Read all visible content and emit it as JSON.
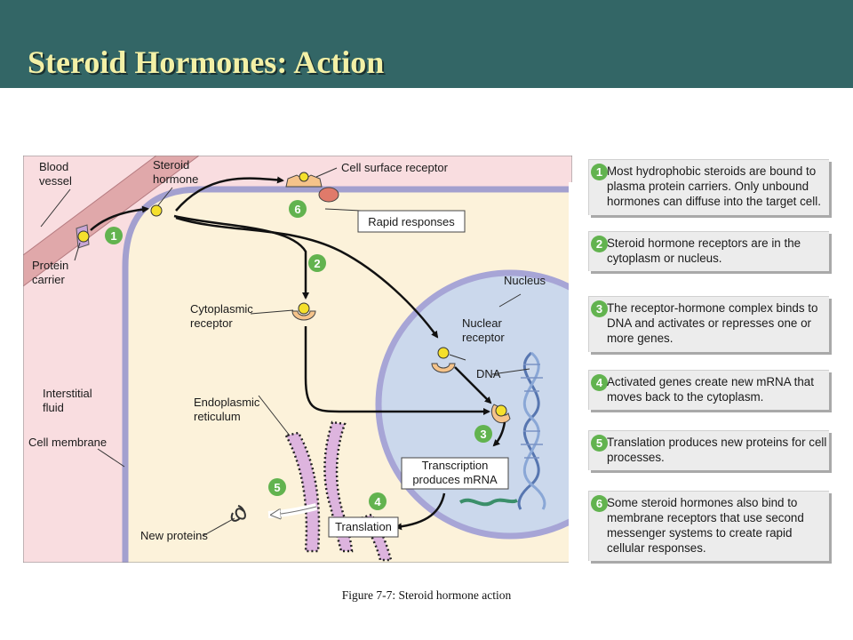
{
  "slide": {
    "title": "Steroid Hormones: Action",
    "caption": "Figure 7-7: Steroid hormone action"
  },
  "diagram": {
    "labels": {
      "blood_vessel": [
        "Blood",
        "vessel"
      ],
      "steroid_hormone": [
        "Steroid",
        "hormone"
      ],
      "protein_carrier": [
        "Protein",
        "carrier"
      ],
      "cell_surface_receptor": "Cell surface receptor",
      "rapid_responses": "Rapid responses",
      "cytoplasmic_receptor": [
        "Cytoplasmic",
        "receptor"
      ],
      "nucleus": "Nucleus",
      "nuclear_receptor": [
        "Nuclear",
        "receptor"
      ],
      "dna": "DNA",
      "interstitial_fluid": [
        "Interstitial",
        "fluid"
      ],
      "cell_membrane": "Cell membrane",
      "endoplasmic_reticulum": [
        "Endoplasmic",
        "reticulum"
      ],
      "transcription": [
        "Transcription",
        "produces mRNA"
      ],
      "translation": "Translation",
      "new_proteins": "New proteins"
    },
    "markers": [
      "1",
      "2",
      "3",
      "4",
      "5",
      "6"
    ],
    "colors": {
      "vessel": "#e0a8aa",
      "interstitial": "#f9dde0",
      "cytoplasm": "#fcf2da",
      "membrane": "#a3a0cf",
      "nucleus": "#cbd8ec",
      "nuclear_envelope": "#a7a5d6",
      "hormone": "#f5e02c",
      "step_marker": "#62b34f"
    }
  },
  "steps": [
    {
      "num": "1",
      "text": "Most hydrophobic steroids are bound to plasma protein carriers. Only unbound hormones can diffuse into the target cell."
    },
    {
      "num": "2",
      "text": "Steroid hormone receptors are in the cytoplasm or nucleus."
    },
    {
      "num": "3",
      "text": "The receptor-hormone complex binds to DNA and activates or represses one or more genes."
    },
    {
      "num": "4",
      "text": "Activated genes create new mRNA that moves back to the cytoplasm."
    },
    {
      "num": "5",
      "text": "Translation produces new proteins for cell processes."
    },
    {
      "num": "6",
      "text": "Some steroid hormones also bind to membrane receptors that use second messenger systems to create rapid cellular responses."
    }
  ]
}
